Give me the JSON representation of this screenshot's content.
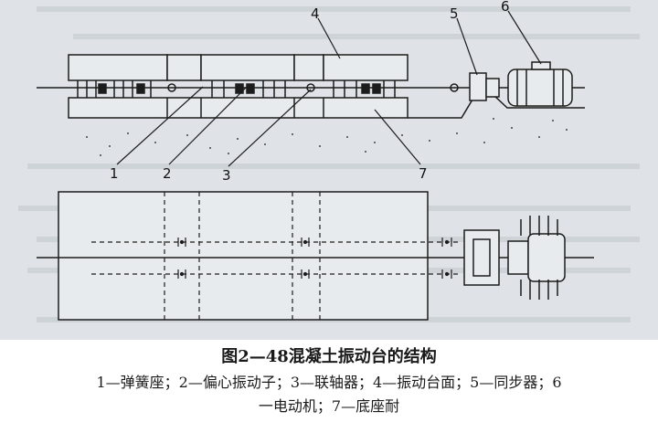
{
  "figure": {
    "callouts": [
      "1",
      "2",
      "3",
      "4",
      "5",
      "6",
      "7"
    ],
    "background_color": "#dfe3e7",
    "line_color": "#1c1c1c"
  },
  "caption": {
    "title": "图2—48混凝土振动台的结构",
    "legend_line1": "1—弹簧座；2—偏心振动子；3—联轴器；4—振动台面；5—同步器；6",
    "legend_line2": "一电动机；7—底座耐"
  }
}
